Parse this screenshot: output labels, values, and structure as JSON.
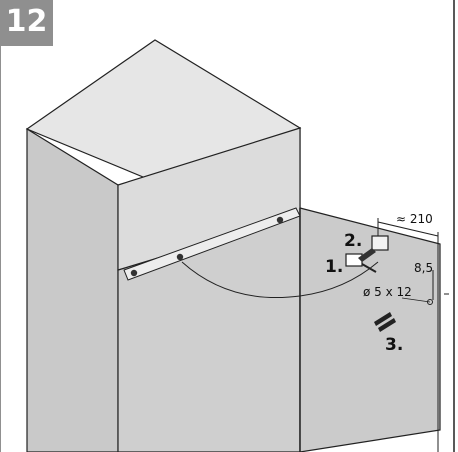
{
  "step_number": "12",
  "labels": {
    "step1": "1.",
    "step2": "2.",
    "step3": "3.",
    "dim_width": "≈ 210",
    "dim_offset": "8,5",
    "screw_spec": "ø 5 x 12"
  }
}
